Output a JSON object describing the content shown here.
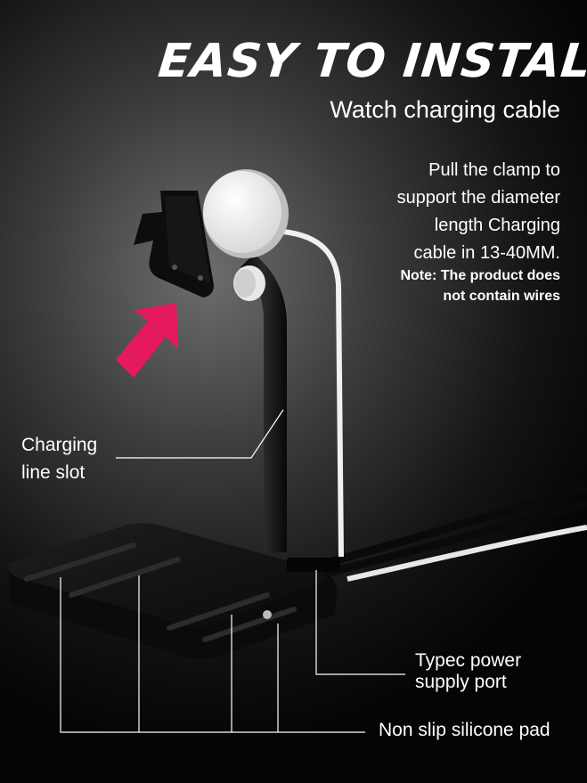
{
  "headline": "EASY TO INSTALL",
  "subheadline": "Watch charging cable",
  "description_lines": [
    "Pull the clamp to",
    "support the diameter",
    "length Charging",
    "cable in 13-40MM."
  ],
  "note_lines": [
    "Note: The product does",
    "not contain wires"
  ],
  "callouts": {
    "slot_lines": [
      "Charging",
      "line slot"
    ],
    "port_lines": [
      "Typec power",
      "supply port"
    ],
    "pad": "Non slip silicone pad"
  },
  "colors": {
    "accent_arrow": "#e5195f",
    "text": "#ffffff",
    "stand": "#111111",
    "charger_puck": "#f2f2f2"
  }
}
